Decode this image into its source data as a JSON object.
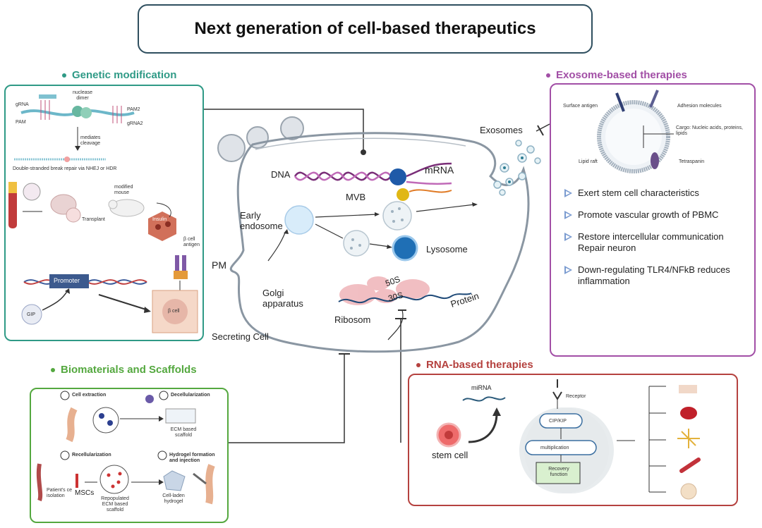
{
  "title": "Next generation of cell-based therapeutics",
  "sections": {
    "genetic": "Genetic modification",
    "exosome": "Exosome-based therapies",
    "biomaterials": "Biomaterials and Scaffolds",
    "rna": "RNA-based therapies"
  },
  "genetic": {
    "grna": "gRNA",
    "pam": "PAM",
    "pam2": "PAM2",
    "grna2": "gRNA2",
    "nuclease": "nuclease dimer",
    "mediates": "mediates cleavage",
    "dsb": "Double-stranded break repair via NHEJ or HDR",
    "modified_mouse": "modified mouse",
    "transplant": "Transplant",
    "insulin": "Insulin",
    "beta_antigen": "β cell antigen",
    "promoter": "Promoter",
    "gip": "GIP",
    "beta_cell": "β cell"
  },
  "cell": {
    "dna": "DNA",
    "mrna": "mRNA",
    "mvb": "MVB",
    "early_endosome": "Early endosome",
    "lysosome": "Lysosome",
    "pm": "PM",
    "golgi": "Golgi apparatus",
    "ribosom": "Ribosom",
    "s50": "50S",
    "s30": "30S",
    "protein": "Protein",
    "secreting": "Secreting Cell",
    "exosomes": "Exosomes"
  },
  "exosome": {
    "surface_antigen": "Surface antigen",
    "adhesion": "Adhesion molecules",
    "cargo": "Cargo: Nucleic acids, proteins, lipids",
    "lipid_raft": "Lipid raft",
    "tetraspanin": "Tetraspanin",
    "items": [
      "Exert stem cell characteristics",
      "Promote vascular growth of PBMC",
      "Restore intercellular communication Repair neuron",
      "Down-regulating TLR4/NFkB reduces inflammation"
    ],
    "accent": "#a24fa6"
  },
  "bio": {
    "step1": "Cell extraction",
    "step2": "Decellularization",
    "step3": "Recellularization",
    "step4": "Hydrogel formation and injection",
    "ecm": "ECM based scaffold",
    "patients": "Patient's ce isolation",
    "mscs": "MSCs",
    "repopulated": "Repopulated ECM based scaffold",
    "hydrogel": "Cell-laden hydrogel",
    "accent": "#54a83f"
  },
  "rna": {
    "mirna": "miRNA",
    "receptor": "Receptor",
    "cipkip": "CIP/KIP",
    "multiplication": "multiplication",
    "recovery": "Recovery function",
    "stem": "stem cell",
    "accent": "#b5423f"
  },
  "colors": {
    "teal": "#2f9a86",
    "frame": "#2f4f5f",
    "membrane": "#8a96a2"
  }
}
